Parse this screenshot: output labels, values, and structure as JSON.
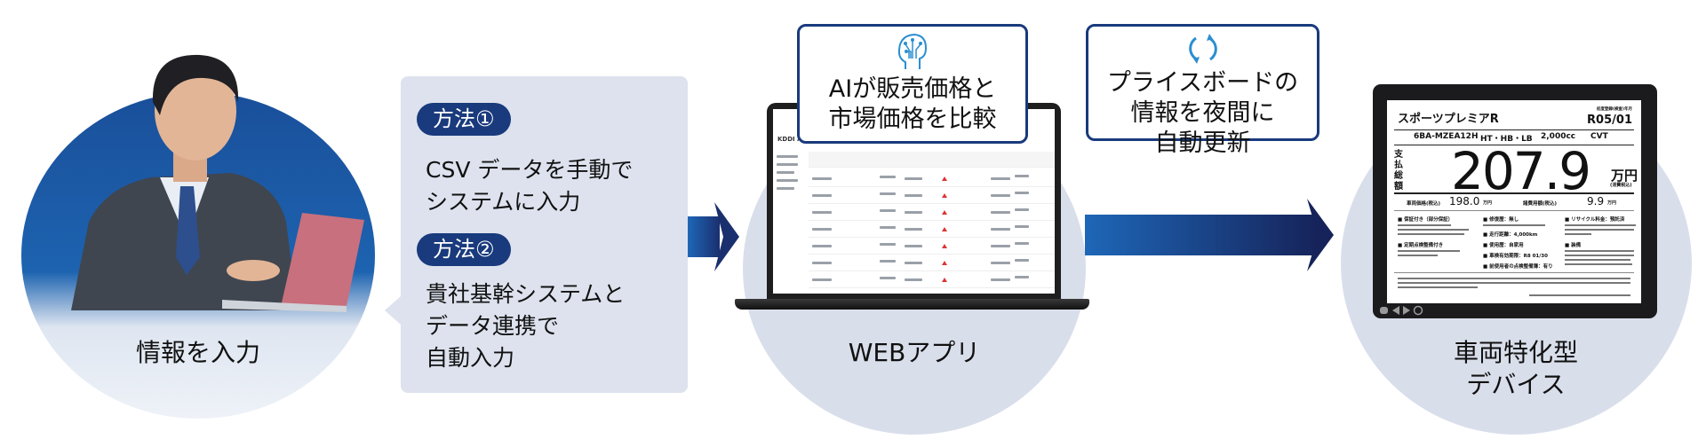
{
  "steps": {
    "input": {
      "label": "情報を入力"
    },
    "webapp": {
      "label": "WEBアプリ"
    },
    "device": {
      "label_line1": "車両特化型",
      "label_line2": "デバイス"
    }
  },
  "methods": [
    {
      "badge": "方法①",
      "text": "CSV データを手動で\nシステムに入力"
    },
    {
      "badge": "方法②",
      "text": "貴社基幹システムと\nデータ連携で\n自動入力"
    }
  ],
  "callouts": {
    "ai": {
      "icon": "ai-brain-icon",
      "line1": "AIが販売価格と",
      "line2": "市場価格を比較"
    },
    "refresh": {
      "icon": "refresh-icon",
      "line1": "プライスボードの",
      "line2": "情報を夜間に",
      "line3": "自動更新"
    }
  },
  "webapp_screen": {
    "brand": "KDDI AI"
  },
  "price_board": {
    "model_name": "スポーツプレミアR",
    "first_reg_label": "初度登録(検査)年月",
    "first_reg": "R05/01",
    "model_code": "6BA-MZEA12H",
    "body": "HT・HB・LB",
    "displacement": "2,000cc",
    "transmission": "CVT",
    "total_label": "支払総額",
    "total_price": "207.9",
    "total_unit": "万円",
    "tax_note": "(消費税込)",
    "vehicle_price_label": "車両価格(税込)",
    "vehicle_price": "198.0",
    "expenses_label": "諸費用額(税込)",
    "expenses": "9.9",
    "unit": "万円",
    "items": [
      "■ 保証付き（部分保証）",
      "■ 定期点検整備付き",
      "■ 修復歴：無し",
      "■ 走行距離：4,000km",
      "■ 使用歴：自家用",
      "■ 車検有効期限：R8 01/30",
      "■ 前使用者の点検整備簿：有り",
      "■ リサイクル料金：預託済",
      "■ 装備"
    ]
  },
  "colors": {
    "navy": "#193a7c",
    "circle": "#d9deeb",
    "bubble": "#dde2ee",
    "icon_blue": "#2a8fd0"
  }
}
